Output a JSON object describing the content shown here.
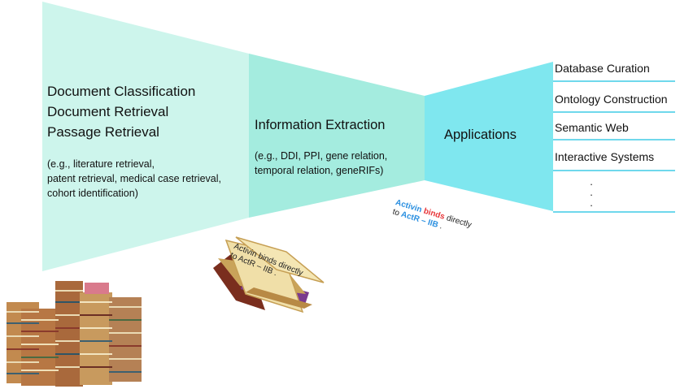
{
  "stage1": {
    "lines": [
      "Document Classification",
      "Document Retrieval",
      "Passage Retrieval"
    ],
    "examples": [
      "(e.g., literature retrieval,",
      "patent retrieval, medical case retrieval,",
      "cohort identification)"
    ]
  },
  "stage2": {
    "title": "Information Extraction",
    "examples": [
      "(e.g., DDI, PPI, gene relation,",
      "temporal relation, geneRIFs)"
    ]
  },
  "stage3": {
    "title": "Applications",
    "items": [
      "Database Curation",
      "Ontology Construction",
      "Semantic Web",
      "Interactive Systems"
    ],
    "ellipsis": "."
  },
  "snippet_floating": {
    "activin": "Activin",
    "binds": "binds",
    "directly": "directly",
    "to": "to",
    "actr": "ActR – IIB",
    "period": "."
  },
  "snippet_book": {
    "line1": "Activin binds directly",
    "line2": "to ActR – IIB ."
  },
  "colors": {
    "stage1": "#cdf5ec",
    "stage2": "#a4ecdf",
    "stage3": "#7fe7ef",
    "divider": "#6fd8ec",
    "highlight_blue": "#2a8fe0",
    "highlight_red": "#e8383c"
  }
}
